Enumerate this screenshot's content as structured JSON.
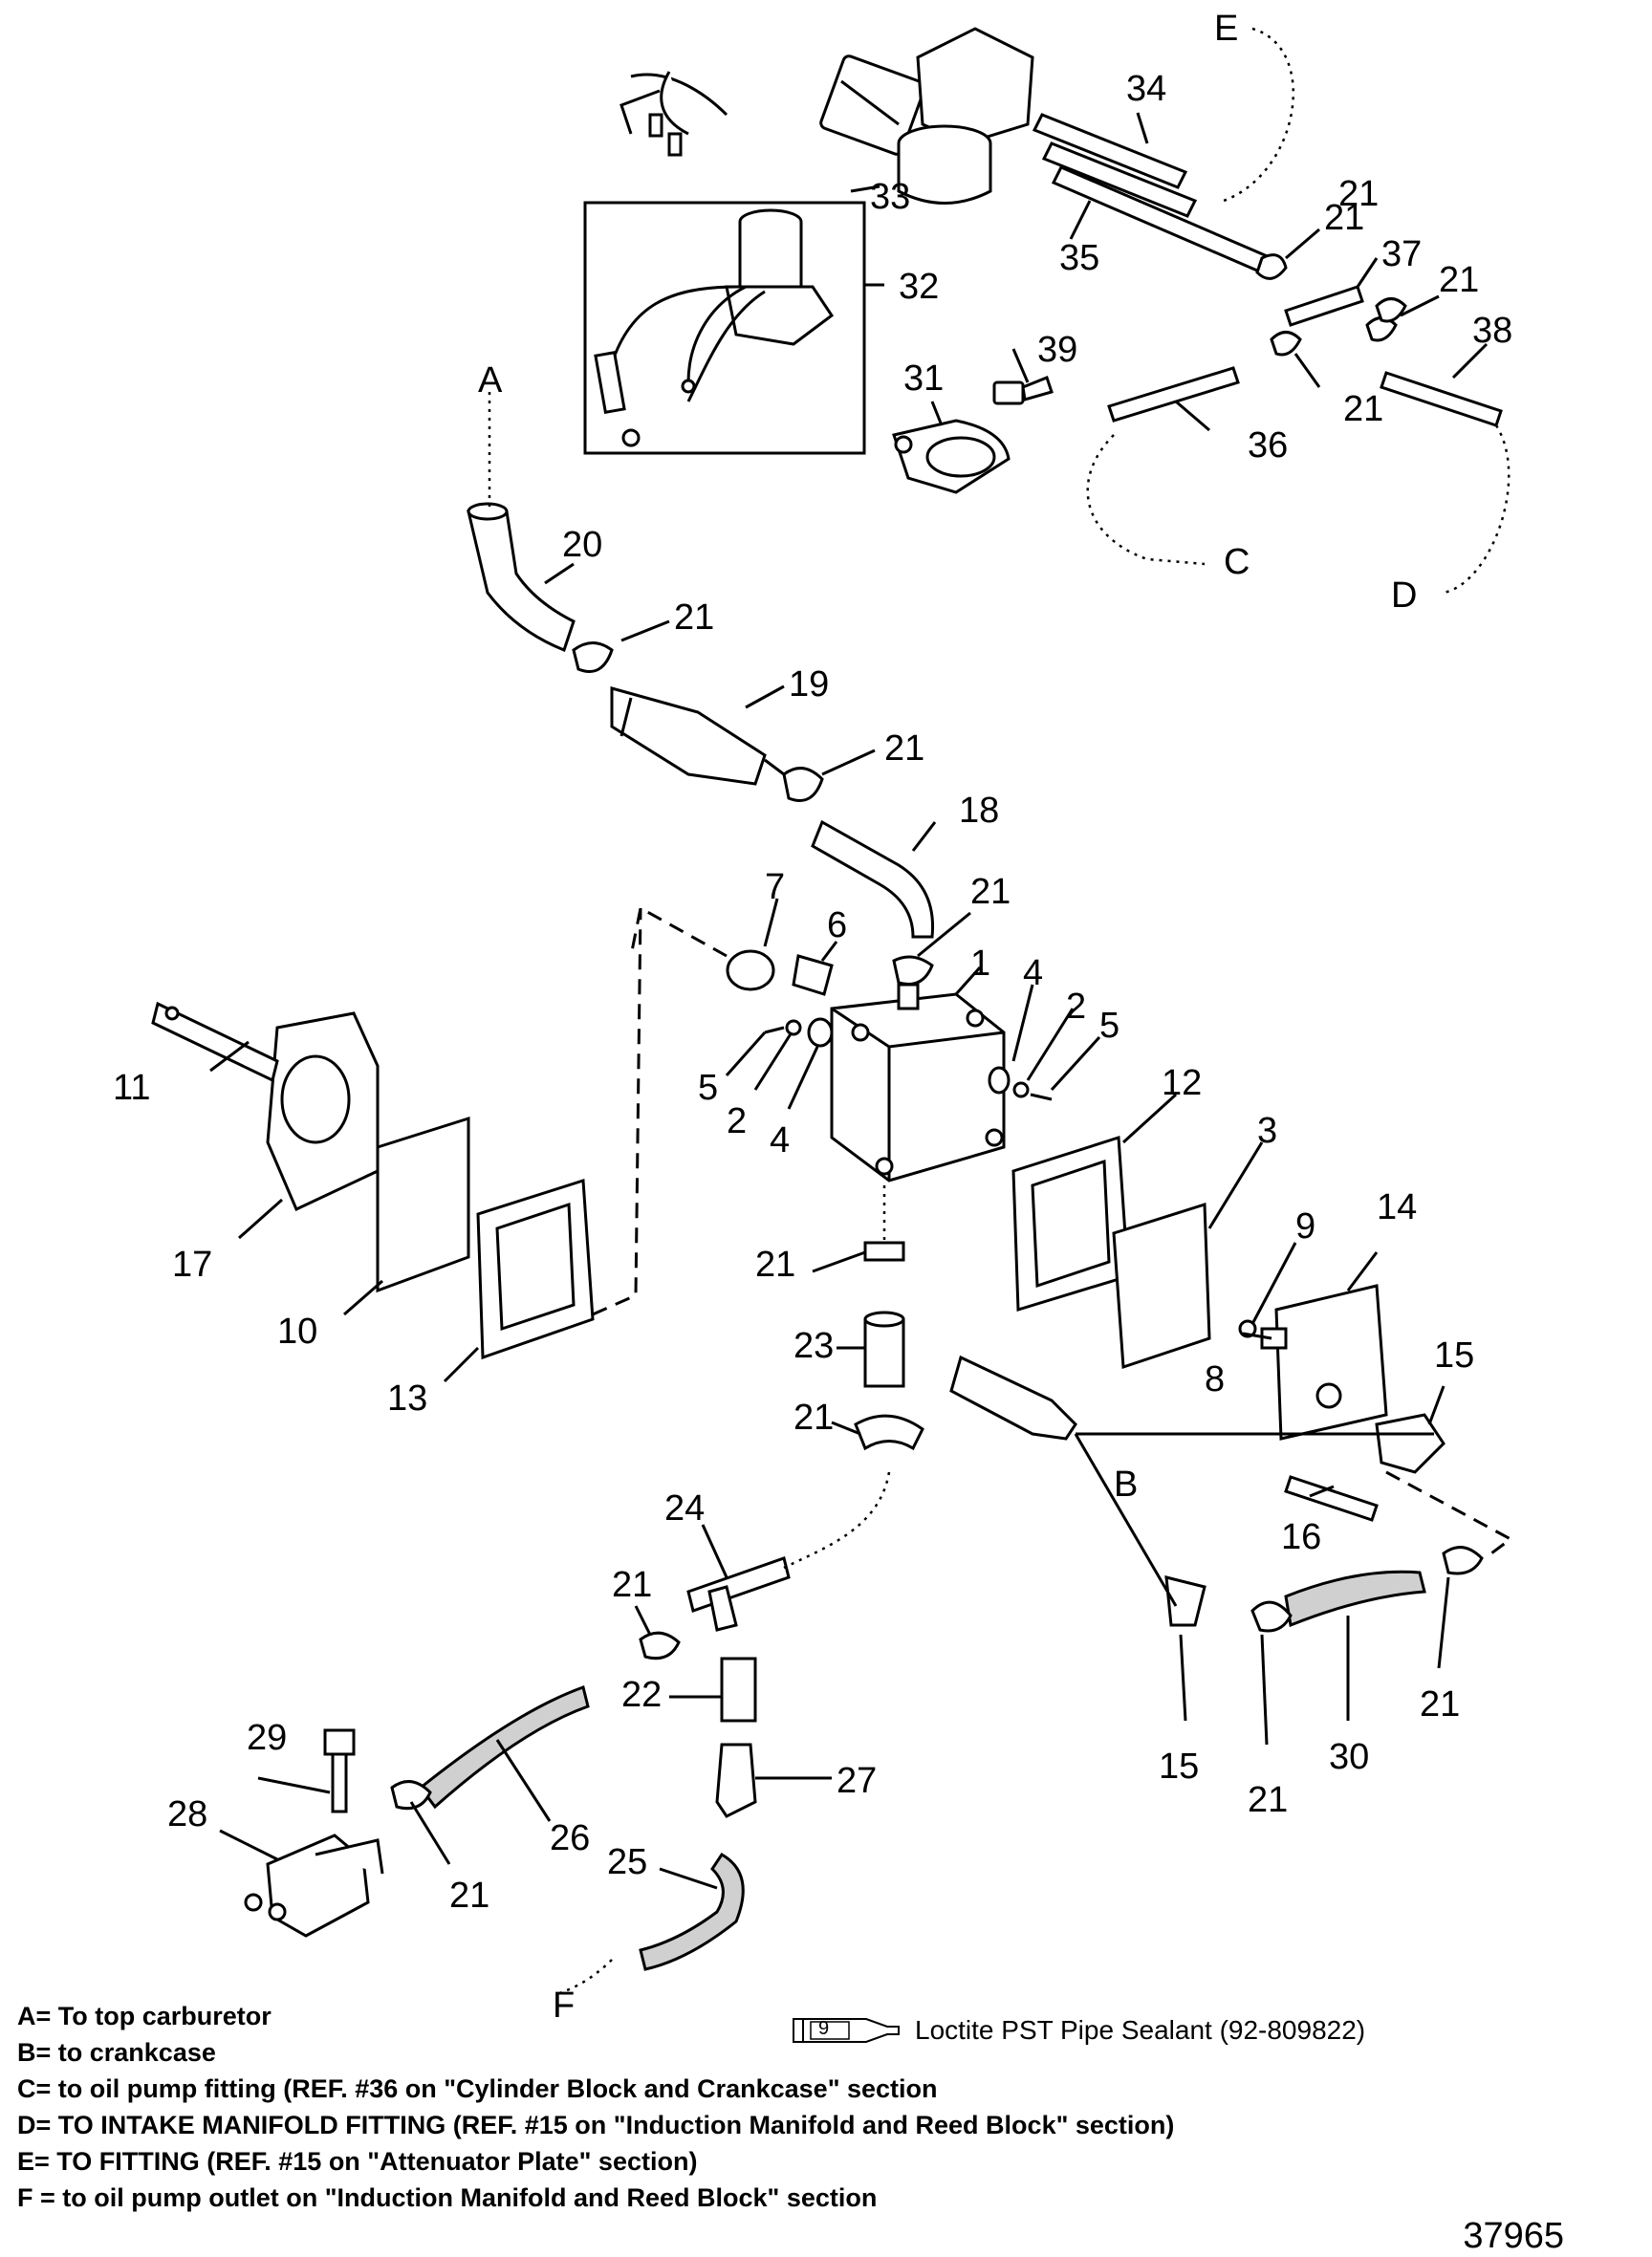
{
  "callouts": [
    {
      "id": "E",
      "text": "E"
    },
    {
      "id": "A",
      "text": "A"
    },
    {
      "id": "B",
      "text": "B"
    },
    {
      "id": "C",
      "text": "C"
    },
    {
      "id": "D",
      "text": "D"
    },
    {
      "id": "F",
      "text": "F"
    },
    {
      "id": "p1",
      "text": "1"
    },
    {
      "id": "p2a",
      "text": "2"
    },
    {
      "id": "p2b",
      "text": "2"
    },
    {
      "id": "p3",
      "text": "3"
    },
    {
      "id": "p4a",
      "text": "4"
    },
    {
      "id": "p4b",
      "text": "4"
    },
    {
      "id": "p5a",
      "text": "5"
    },
    {
      "id": "p5b",
      "text": "5"
    },
    {
      "id": "p6",
      "text": "6"
    },
    {
      "id": "p7",
      "text": "7"
    },
    {
      "id": "p8",
      "text": "8"
    },
    {
      "id": "p9",
      "text": "9"
    },
    {
      "id": "p10",
      "text": "10"
    },
    {
      "id": "p11",
      "text": "11"
    },
    {
      "id": "p12",
      "text": "12"
    },
    {
      "id": "p13",
      "text": "13"
    },
    {
      "id": "p14",
      "text": "14"
    },
    {
      "id": "p15a",
      "text": "15"
    },
    {
      "id": "p15b",
      "text": "15"
    },
    {
      "id": "p16",
      "text": "16"
    },
    {
      "id": "p17",
      "text": "17"
    },
    {
      "id": "p18",
      "text": "18"
    },
    {
      "id": "p19",
      "text": "19"
    },
    {
      "id": "p20",
      "text": "20"
    },
    {
      "id": "p21a",
      "text": "21"
    },
    {
      "id": "p21b",
      "text": "21"
    },
    {
      "id": "p21c",
      "text": "21"
    },
    {
      "id": "p21d",
      "text": "21"
    },
    {
      "id": "p21e",
      "text": "21"
    },
    {
      "id": "p21f",
      "text": "21"
    },
    {
      "id": "p21g",
      "text": "21"
    },
    {
      "id": "p21h",
      "text": "21"
    },
    {
      "id": "p21i",
      "text": "21"
    },
    {
      "id": "p21j",
      "text": "21"
    },
    {
      "id": "p21k",
      "text": "21"
    },
    {
      "id": "p21l",
      "text": "21"
    },
    {
      "id": "p21m",
      "text": "21"
    },
    {
      "id": "p22",
      "text": "22"
    },
    {
      "id": "p23",
      "text": "23"
    },
    {
      "id": "p24",
      "text": "24"
    },
    {
      "id": "p25",
      "text": "25"
    },
    {
      "id": "p26",
      "text": "26"
    },
    {
      "id": "p27",
      "text": "27"
    },
    {
      "id": "p28",
      "text": "28"
    },
    {
      "id": "p29",
      "text": "29"
    },
    {
      "id": "p30",
      "text": "30"
    },
    {
      "id": "p31",
      "text": "31"
    },
    {
      "id": "p32",
      "text": "32"
    },
    {
      "id": "p33",
      "text": "33"
    },
    {
      "id": "p34",
      "text": "34"
    },
    {
      "id": "p35",
      "text": "35"
    },
    {
      "id": "p36",
      "text": "36"
    },
    {
      "id": "p37",
      "text": "37"
    },
    {
      "id": "p38",
      "text": "38"
    },
    {
      "id": "p39",
      "text": "39"
    }
  ],
  "notes": [
    "A= To top carburetor",
    "B= to crankcase",
    "C= to oil pump fitting (REF. #36 on \"Cylinder Block and Crankcase\" section",
    "D= TO INTAKE MANIFOLD FITTING (REF. #15 on \"Induction Manifold and Reed Block\" section)",
    "E= TO FITTING (REF. #15 on \"Attenuator Plate\" section)",
    "F = to oil pump outlet on \"Induction Manifold and Reed Block\" section"
  ],
  "legend": {
    "tube_number": "9",
    "text": "Loctite PST Pipe Sealant (92-809822)"
  },
  "drawing_id": "37965"
}
